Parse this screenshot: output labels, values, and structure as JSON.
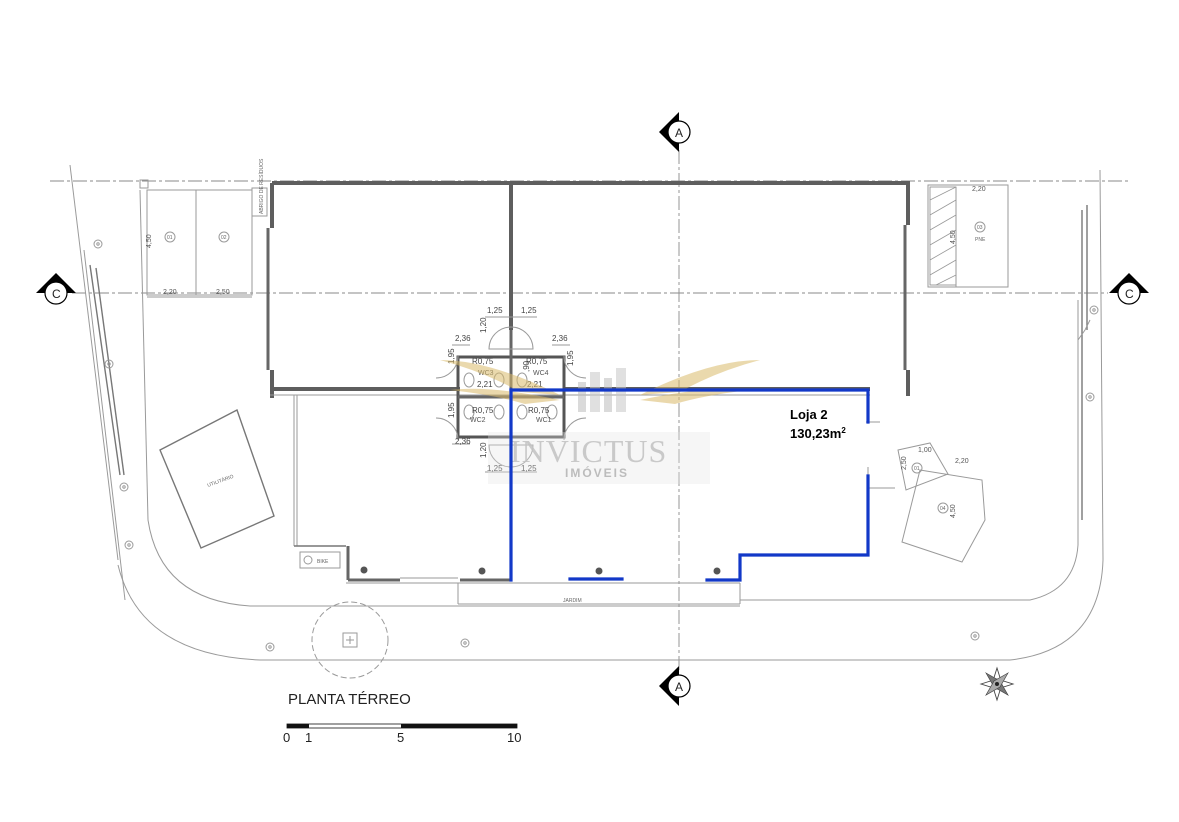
{
  "plan": {
    "title": "PLANTA TÉRREO",
    "scale_labels": [
      "0",
      "1",
      "5",
      "10"
    ],
    "section_markers": {
      "a": "A",
      "c": "C"
    },
    "unit": {
      "name": "Loja 2",
      "area": "130,23m",
      "area_sup": "2",
      "outline_color": "#1238c8"
    },
    "watermark": {
      "brand": "INVICTUS",
      "sub": "IMÓVEIS",
      "color": "#d9b96a"
    },
    "rooms": {
      "wc1": "WC1",
      "wc2": "WC2",
      "wc3": "WC3",
      "wc4": "WC4",
      "utilitario": "UTILITÁRIO",
      "bike": "BIKE",
      "jardim": "JARDIM",
      "pne": "PNE",
      "abrigo": "ABRIGO DE RESÍDUOS"
    },
    "radius": {
      "r1": "R0,75",
      "r2": "R0,75",
      "r3": "R0,75",
      "r4": "R0,75"
    },
    "dimensions": {
      "d125a": "1,25",
      "d125b": "1,25",
      "d125c": "1,25",
      "d125d": "1,25",
      "d236a": "2,36",
      "d236b": "2,36",
      "d236c": "2,36",
      "d221a": "2,21",
      "d221b": "2,21",
      "d195a": "1,95",
      "d195b": "1,95",
      "d195c": "1,95",
      "d120a": "1,20",
      "d120b": "1,20",
      "d090": ",90",
      "d450a": "4,50",
      "d450b": "4,50",
      "d450c": "4,50",
      "d220a": "2,20",
      "d220b": "2,20",
      "d220c": "2,20",
      "d250": "2,50",
      "d100": "1,00",
      "d250b": "2,50"
    },
    "parking": {
      "p1": "01",
      "p2": "02",
      "p3": "03",
      "p4": "01",
      "p5": "04"
    }
  }
}
